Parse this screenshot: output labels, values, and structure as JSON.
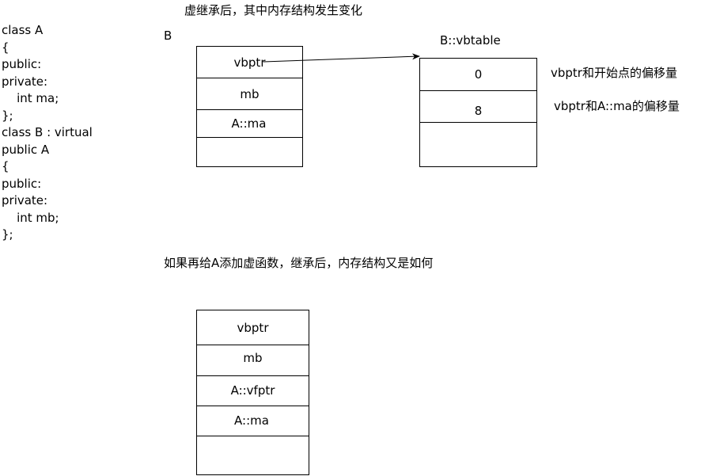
{
  "title_top": "虚继承后，其中内存结构发生变化",
  "title_bottom": "如果再给A添加虚函数，继承后，内存结构又是如何",
  "code_lines": [
    "class A",
    "{",
    "public:",
    "private:",
    "    int ma;",
    "};",
    "class B : virtual",
    "public A",
    "{",
    "public:",
    "private:",
    "    int mb;",
    "};"
  ],
  "layout_b": {
    "label": "B",
    "cells": [
      "vbptr",
      "mb",
      "A::ma",
      ""
    ]
  },
  "vbtable": {
    "label": "B::vbtable",
    "cells": [
      "0",
      "8",
      ""
    ],
    "notes": [
      "vbptr和开始点的偏移量",
      "vbptr和A::ma的偏移量"
    ]
  },
  "layout_b_virtual": {
    "cells": [
      "vbptr",
      "mb",
      "A::vfptr",
      "A::ma",
      ""
    ]
  }
}
